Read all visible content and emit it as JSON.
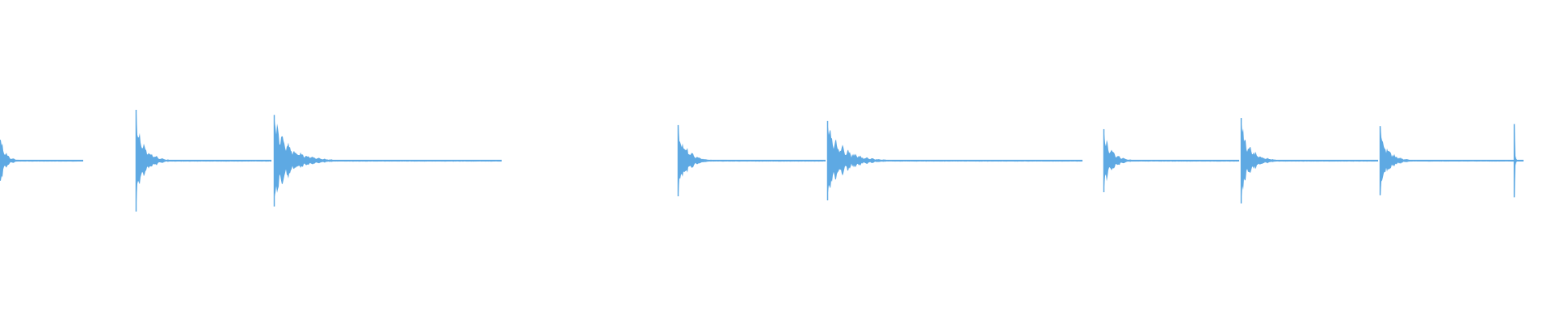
{
  "waveform": {
    "color": "#5ea9e3",
    "background": "#ffffff",
    "hits": [
      {
        "amplitude": 0.75,
        "decay": 0.55,
        "tail_end": 0.62
      },
      {
        "amplitude": 1.0,
        "decay": 0.55,
        "tail_end": 0.99
      },
      {
        "amplitude": 0.9,
        "decay": 0.6,
        "tail_end": 0.99
      },
      {
        "amplitude": 0.7,
        "decay": 0.55,
        "tail_end": 0.99
      },
      {
        "amplitude": 0.78,
        "decay": 0.55,
        "tail_end": 0.99
      },
      {
        "amplitude": 0.62,
        "decay": 0.55,
        "tail_end": 0.99
      },
      {
        "amplitude": 0.84,
        "decay": 0.6,
        "tail_end": 0.99
      },
      {
        "amplitude": 0.68,
        "decay": 0.55,
        "tail_end": 0.99
      },
      {
        "amplitude": 0.72,
        "decay": 0.7,
        "tail_end": 0.28
      }
    ]
  }
}
